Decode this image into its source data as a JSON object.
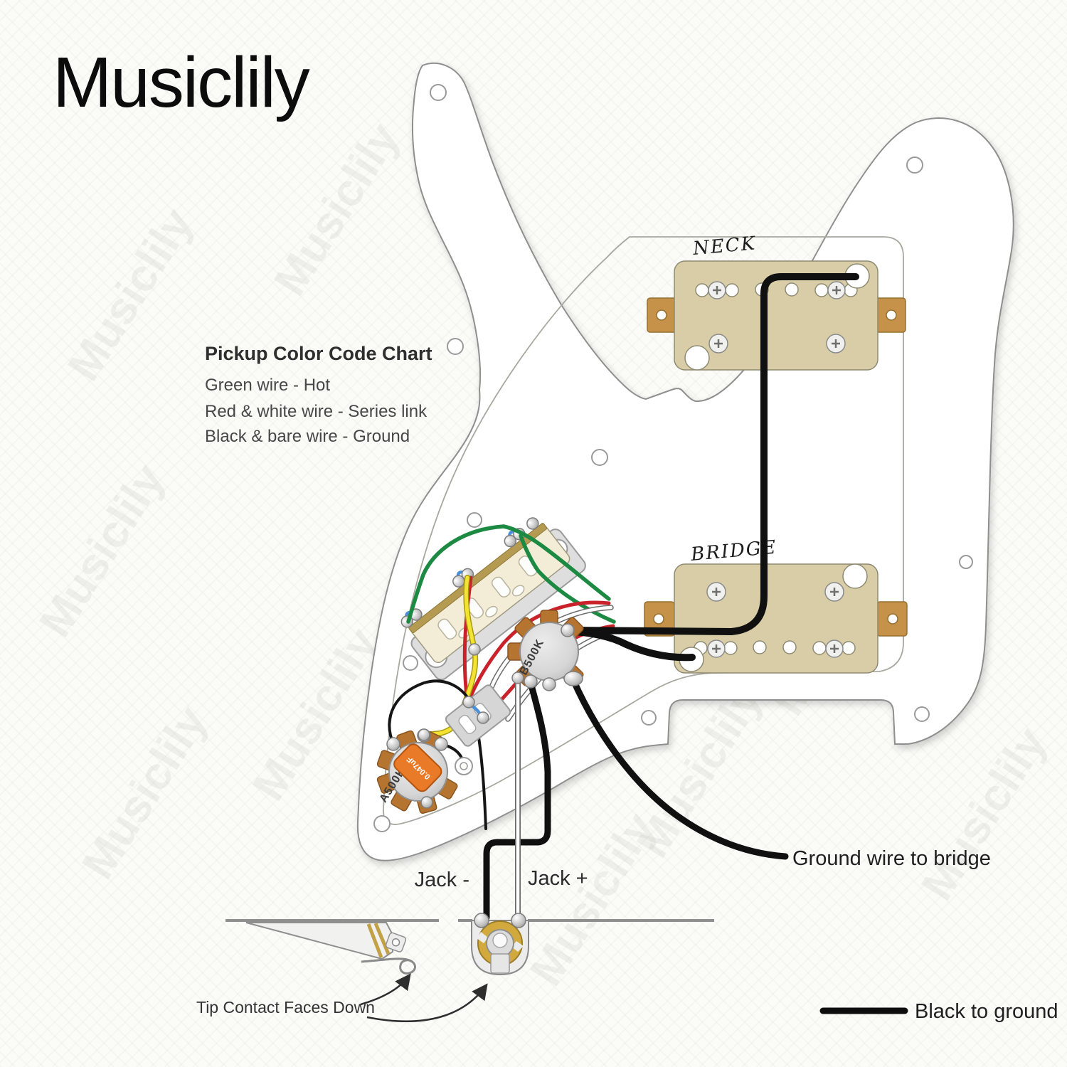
{
  "logo_text": "Musiclily",
  "watermark_text": "Musiclily",
  "color_chart": {
    "title": "Pickup Color Code Chart",
    "line1": "Green wire - Hot",
    "line2": "Red & white wire - Series link",
    "line3": "Black & bare wire - Ground"
  },
  "pickup_labels": {
    "neck": "NECK",
    "bridge": "BRIDGE"
  },
  "components": {
    "volume_pot": "B500K",
    "tone_pot": "A500K",
    "capacitor_value": "0.047uF"
  },
  "jack_labels": {
    "negative": "Jack -",
    "positive": "Jack +"
  },
  "annotations": {
    "ground_wire": "Ground wire to bridge",
    "tip_contact": "Tip Contact Faces Down",
    "black_to_ground": "Black to ground"
  },
  "wire_colors": {
    "hot_green": "#1d8a43",
    "series_link_red": "#c9222b",
    "series_link_white": "#ffffff",
    "ground_black": "#101010",
    "tone_yellow": "#f4e332",
    "jumper_blue": "#4a90d8",
    "pickup_base_tan": "#d8cda7",
    "mounting_tab_brown": "#c6924a",
    "jack_gold": "#d2a93c",
    "capacitor_orange": "#e87a28"
  }
}
